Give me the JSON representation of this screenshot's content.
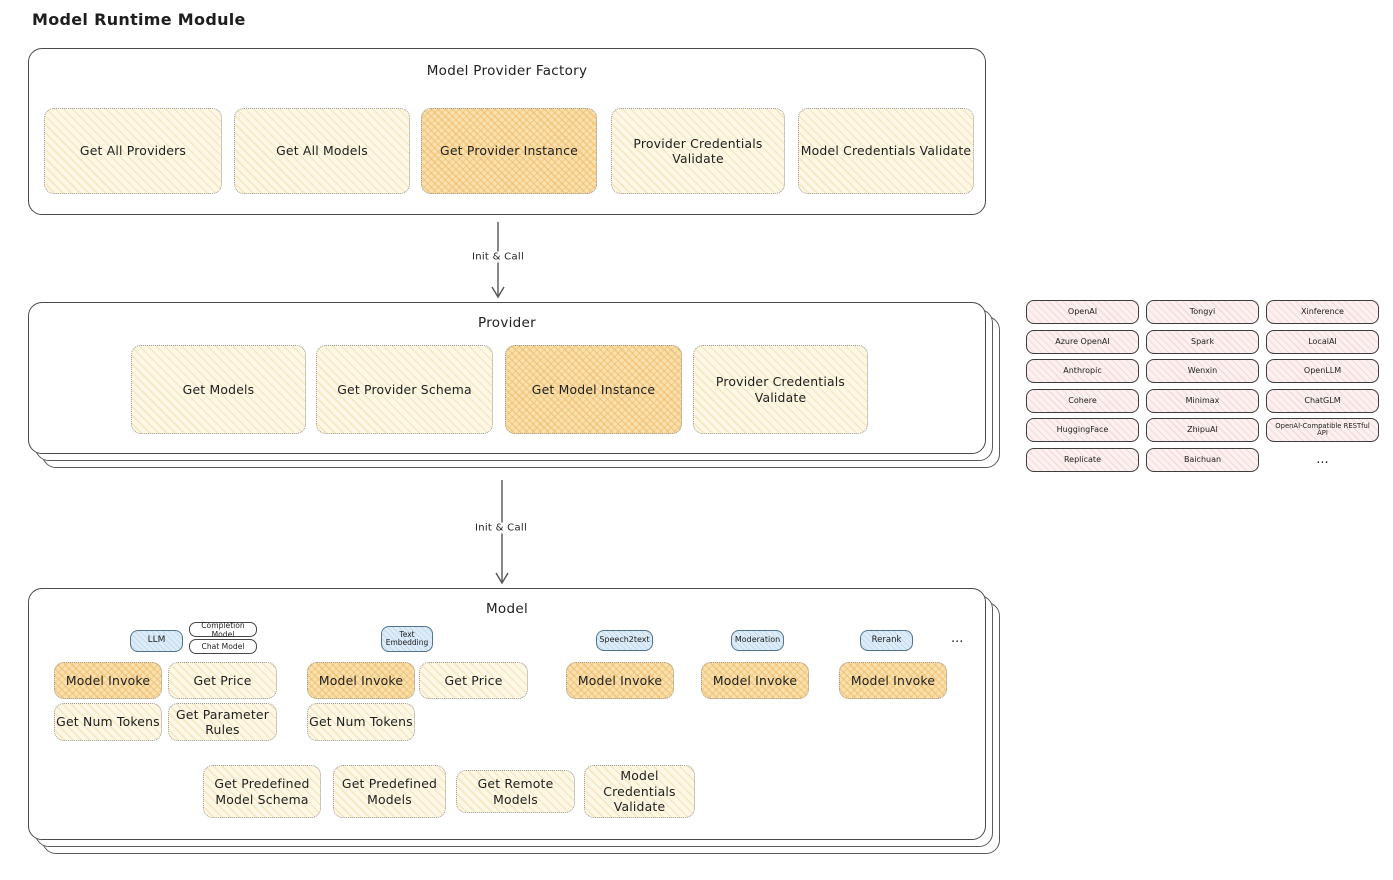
{
  "title": "Model Runtime Module",
  "colors": {
    "node_yellow": "#fdf8e6",
    "node_yellow_highlight": "#f9e1ad",
    "tab_blue": "#ddecf8",
    "chip_pink": "#fcf1f1",
    "outline": "#4a4a4a"
  },
  "factory": {
    "title": "Model Provider Factory",
    "buttons": [
      {
        "label": "Get All Providers",
        "highlighted": false
      },
      {
        "label": "Get All Models",
        "highlighted": false
      },
      {
        "label": "Get Provider Instance",
        "highlighted": true
      },
      {
        "label": "Provider Credentials Validate",
        "highlighted": false
      },
      {
        "label": "Model Credentials Validate",
        "highlighted": false
      }
    ]
  },
  "arrow_top": {
    "label": "Init & Call"
  },
  "arrow_bottom": {
    "label": "Init & Call"
  },
  "provider": {
    "title": "Provider",
    "buttons": [
      {
        "label": "Get Models",
        "highlighted": false
      },
      {
        "label": "Get Provider Schema",
        "highlighted": false
      },
      {
        "label": "Get Model Instance",
        "highlighted": true
      },
      {
        "label": "Provider Credentials Validate",
        "highlighted": false
      }
    ]
  },
  "providers_panel": {
    "items": [
      "OpenAI",
      "Tongyi",
      "Xinference",
      "Azure OpenAI",
      "Spark",
      "LocalAI",
      "Anthropic",
      "Wenxin",
      "OpenLLM",
      "Cohere",
      "Minimax",
      "ChatGLM",
      "HuggingFace",
      "ZhipuAI",
      "OpenAI-Compatible RESTful API",
      "Replicate",
      "Baichuan"
    ],
    "ellipsis": "..."
  },
  "model": {
    "title": "Model",
    "tabs": [
      {
        "label": "LLM"
      },
      {
        "label": "Completion Model"
      },
      {
        "label": "Chat Model"
      },
      {
        "label": "Text Embedding"
      },
      {
        "label": "Speech2text"
      },
      {
        "label": "Moderation"
      },
      {
        "label": "Rerank"
      }
    ],
    "tabs_ellipsis": "...",
    "buttons": [
      {
        "label": "Model Invoke",
        "highlighted": true
      },
      {
        "label": "Get Price",
        "highlighted": false
      },
      {
        "label": "Model Invoke",
        "highlighted": true
      },
      {
        "label": "Get Price",
        "highlighted": false
      },
      {
        "label": "Model Invoke",
        "highlighted": true
      },
      {
        "label": "Model Invoke",
        "highlighted": true
      },
      {
        "label": "Model Invoke",
        "highlighted": true
      },
      {
        "label": "Get Num Tokens",
        "highlighted": false
      },
      {
        "label": "Get Parameter Rules",
        "highlighted": false
      },
      {
        "label": "Get Num Tokens",
        "highlighted": false
      },
      {
        "label": "Get Predefined Model Schema",
        "highlighted": false
      },
      {
        "label": "Get Predefined Models",
        "highlighted": false
      },
      {
        "label": "Get Remote Models",
        "highlighted": false
      },
      {
        "label": "Model Credentials Validate",
        "highlighted": false
      }
    ]
  }
}
